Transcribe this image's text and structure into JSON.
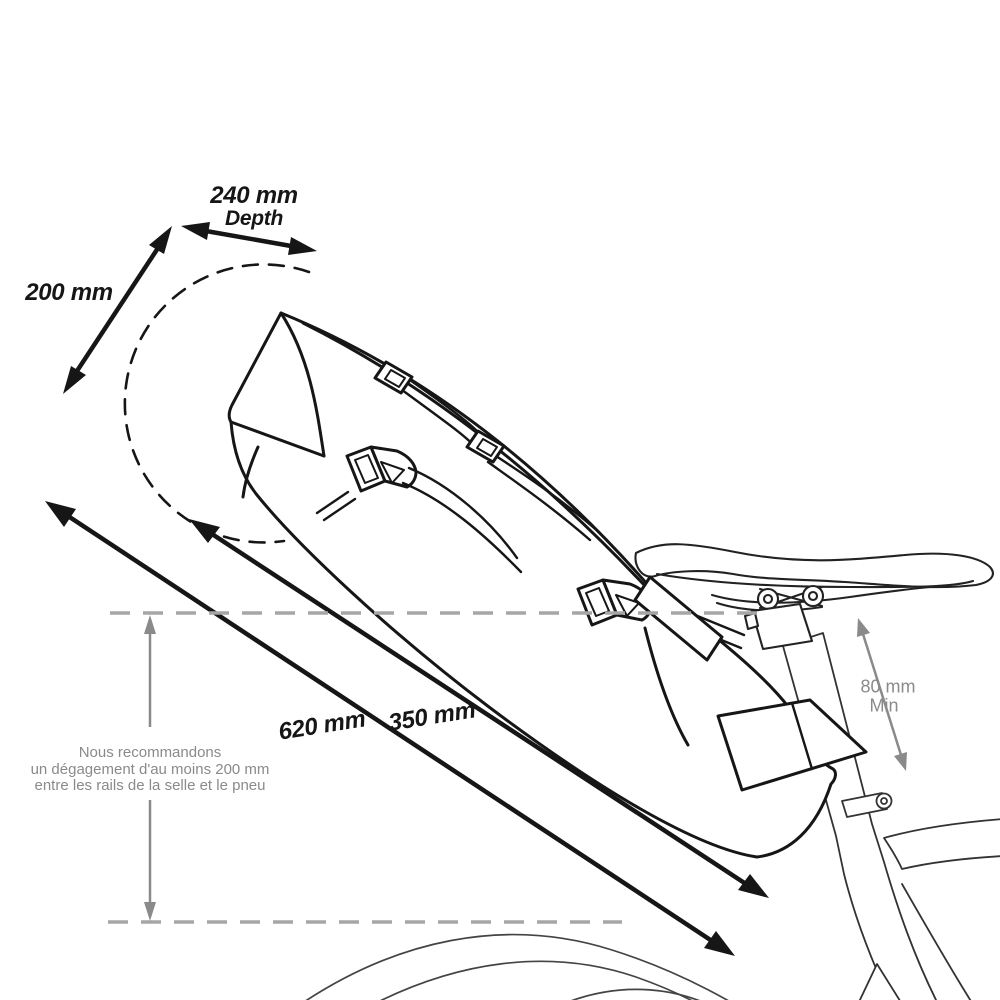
{
  "labels": {
    "depth_value": "240 mm",
    "depth_caption": "Depth",
    "bag_height": "200 mm",
    "overall_length": "620 mm",
    "bag_length": "350 mm",
    "seatpost_min_value": "80 mm",
    "seatpost_min_caption": "Min"
  },
  "note": {
    "line1": "Nous recommandons",
    "line2": "un dégagement d'au moins 200 mm",
    "line3": "entre les rails de la selle et le pneu"
  },
  "colors": {
    "ink": "#161616",
    "muted": "#8a8a8a",
    "dash": "#a6a6a6"
  }
}
